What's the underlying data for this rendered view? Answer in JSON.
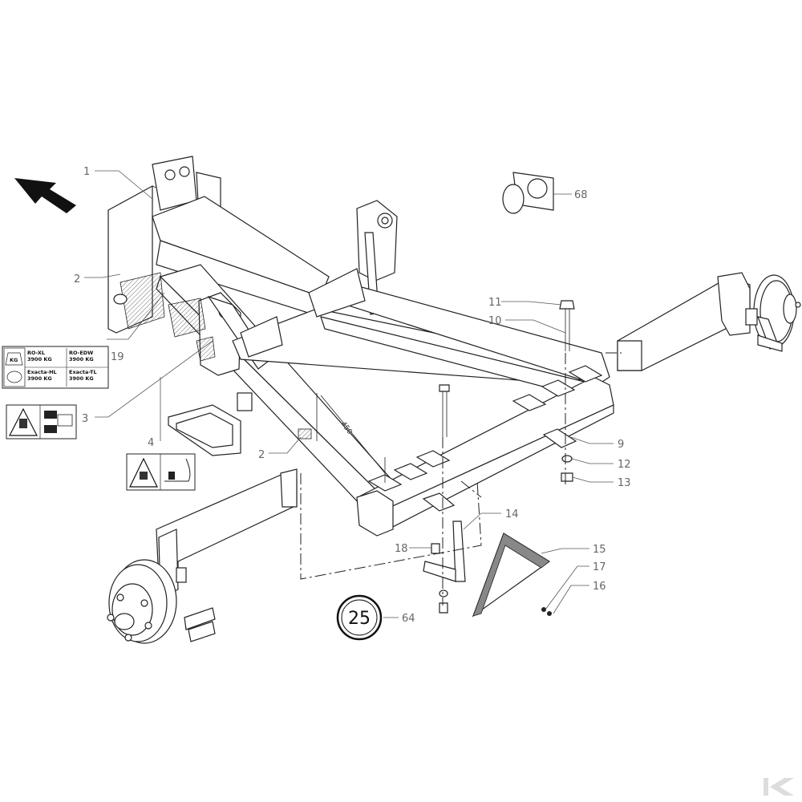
{
  "diagram": {
    "callouts": [
      {
        "id": "c1",
        "text": "1"
      },
      {
        "id": "c2a",
        "text": "2"
      },
      {
        "id": "c2b",
        "text": "2"
      },
      {
        "id": "c3",
        "text": "3"
      },
      {
        "id": "c4",
        "text": "4"
      },
      {
        "id": "c9",
        "text": "9"
      },
      {
        "id": "c10",
        "text": "10"
      },
      {
        "id": "c11",
        "text": "11"
      },
      {
        "id": "c12",
        "text": "12"
      },
      {
        "id": "c13",
        "text": "13"
      },
      {
        "id": "c14",
        "text": "14"
      },
      {
        "id": "c15",
        "text": "15"
      },
      {
        "id": "c16",
        "text": "16"
      },
      {
        "id": "c17",
        "text": "17"
      },
      {
        "id": "c18",
        "text": "18"
      },
      {
        "id": "c19",
        "text": "19"
      },
      {
        "id": "c64",
        "text": "64"
      },
      {
        "id": "c68",
        "text": "68"
      }
    ],
    "dimension": "450",
    "speed_sign": "25",
    "weight_label": {
      "icon_text": "KG",
      "rows": [
        [
          "RO-XL",
          "RO-EDW"
        ],
        [
          "3900 KG",
          "3900 KG"
        ],
        [
          "Exacta-HL",
          "Exacta-TL"
        ],
        [
          "3900 KG",
          "3900 KG"
        ]
      ]
    }
  }
}
